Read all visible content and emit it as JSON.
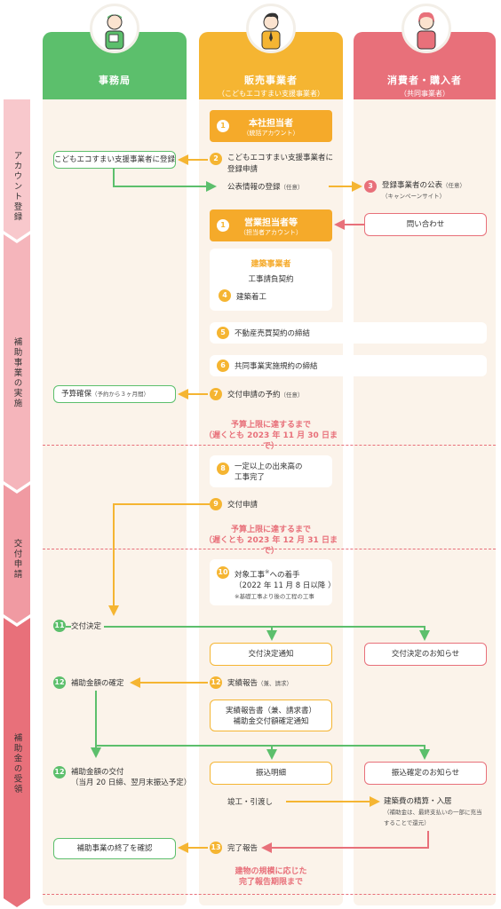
{
  "columns": {
    "office": {
      "title": "事務局"
    },
    "seller": {
      "title": "販売事業者",
      "subtitle": "（こどもエコすまい支援事業者）"
    },
    "consumer": {
      "title": "消費者・購入者",
      "subtitle": "（共同事業者）"
    }
  },
  "phases": [
    {
      "label": "アカウント登録"
    },
    {
      "label": "補助事業の実施"
    },
    {
      "label": "交付申請"
    },
    {
      "label": "補助金の受領"
    }
  ],
  "steps": {
    "head_account": {
      "num": "1",
      "title": "本社担当者",
      "sub": "（統括アカウント）"
    },
    "office_register": {
      "text": "こどもエコすまい支援事業者に登録"
    },
    "apply_register": {
      "num": "2",
      "line1": "こどもエコすまい支援事業者に",
      "line2": "登録申請"
    },
    "public_info": {
      "text": "公表情報の登録",
      "opt": "（任意）"
    },
    "publish": {
      "num": "3",
      "text": "登録事業者の公表",
      "opt": "（任意）",
      "sub": "（キャンペーンサイト）"
    },
    "sales_account": {
      "num": "1",
      "title": "営業担当者等",
      "sub": "（担当者アカウント）"
    },
    "inquiry": {
      "text": "問い合わせ"
    },
    "builder": {
      "title": "建築事業者",
      "contract": "工事請負契約",
      "num": "4",
      "start": "建築着工"
    },
    "realestate": {
      "num": "5",
      "text": "不動産売買契約の締結"
    },
    "joint": {
      "num": "6",
      "text": "共同事業実施規約の締結"
    },
    "budget": {
      "text": "予算確保",
      "sub": "（予約から３ヶ月間）"
    },
    "reserve": {
      "num": "7",
      "text": "交付申請の予約",
      "opt": "（任意）"
    },
    "deadline1": {
      "line1": "予算上限に達するまで",
      "line2": "（遅くとも 2023 年 11 月 30 日まで）"
    },
    "progress": {
      "num": "8",
      "line1": "一定以上の出来高の",
      "line2": "工事完了"
    },
    "apply": {
      "num": "9",
      "text": "交付申請"
    },
    "deadline2": {
      "line1": "予算上限に達するまで",
      "line2": "（遅くとも 2023 年 12 月 31 日まで）"
    },
    "target_start": {
      "num": "10",
      "line1": "対象工事",
      "mark": "※",
      "line1b": "への着手",
      "line2": "（2022 年 11 月 8 日以降 ）",
      "note": "※基礎工事より後の工程の工事"
    },
    "decision": {
      "num": "11",
      "text": "交付決定"
    },
    "decision_notice": {
      "text": "交付決定通知"
    },
    "decision_info": {
      "text": "交付決定のお知らせ"
    },
    "amount_fix": {
      "num": "12",
      "text": "補助金額の確定"
    },
    "report": {
      "num": "12",
      "text": "実績報告",
      "sub": "（兼、請求）"
    },
    "report_doc": {
      "line1": "実績報告書（兼、請求書）",
      "line2": "補助金交付額確定通知"
    },
    "payment": {
      "num": "12",
      "line1": "補助金額の交付",
      "line2": "（当月 20 日締、翌月末振込予定）"
    },
    "transfer_detail": {
      "text": "振込明細"
    },
    "transfer_info": {
      "text": "振込確定のお知らせ"
    },
    "handover": {
      "text": "竣工・引渡し"
    },
    "settle": {
      "text": "建築費の精算・入居",
      "note1": "（補助金は、最終支払いの一部に充当",
      "note2": "することで還元）"
    },
    "confirm_end": {
      "text": "補助事業の終了を確認"
    },
    "complete_report": {
      "num": "13",
      "text": "完了報告"
    },
    "deadline3": {
      "line1": "建物の規模に応じた",
      "line2": "完了報告期限まで"
    }
  },
  "colors": {
    "green": "#5cbf6c",
    "orange": "#f5b532",
    "pink": "#e8707a",
    "light_bg": "#fbf3ea"
  }
}
